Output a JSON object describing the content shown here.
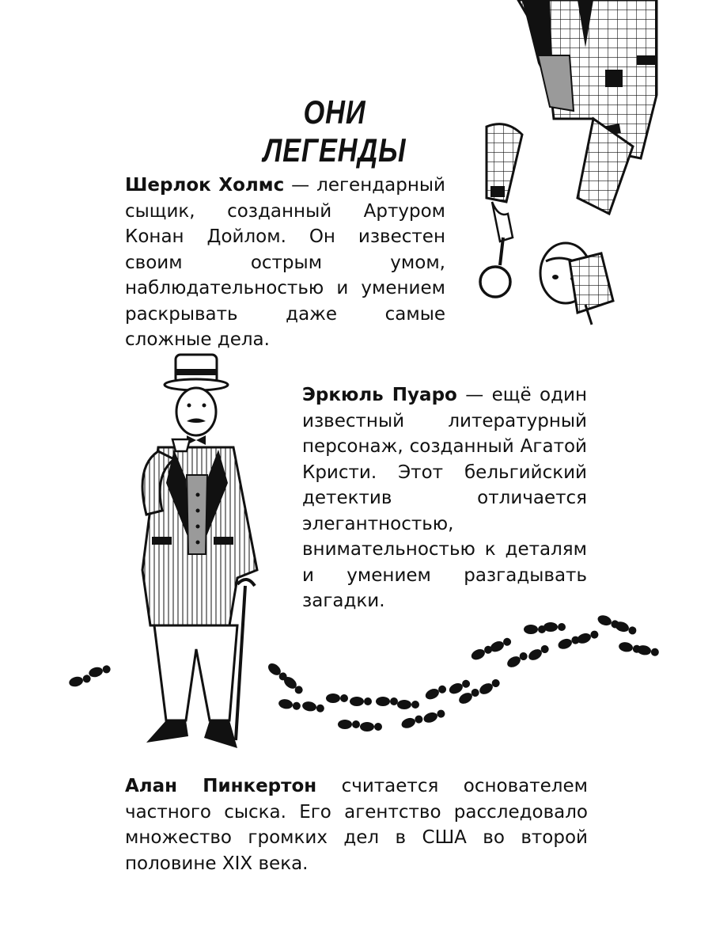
{
  "page": {
    "title": "ОНИ ЛЕГЕНДЫ"
  },
  "sections": [
    {
      "name": "Шерлок Холмс",
      "text": " — легендарный сыщик, созданный Артуром Конан Дойлом. Он известен своим острым умом, наблюдательностью и умением раскрывать даже самые сложные дела."
    },
    {
      "name": "Эркюль Пуаро",
      "text": " — ещё один известный литературный персонаж, созданный Агатой Кристи. Этот бельгийский детектив отличается элегантностью, внимательностью к деталям и умением разгадывать загадки."
    },
    {
      "name": "Алан Пинкертон",
      "text": " считается основателем частного сыска. Его агентство расследовало множество громких дел в США во второй половине XIX века."
    }
  ],
  "illustrations": {
    "holmes_icon": "detective-holmes-upside-down-illustration",
    "poirot_icon": "detective-poirot-illustration",
    "footprints_icon": "footprints-trail",
    "ink_color": "#111111",
    "shade_color": "#9a9a9a"
  }
}
